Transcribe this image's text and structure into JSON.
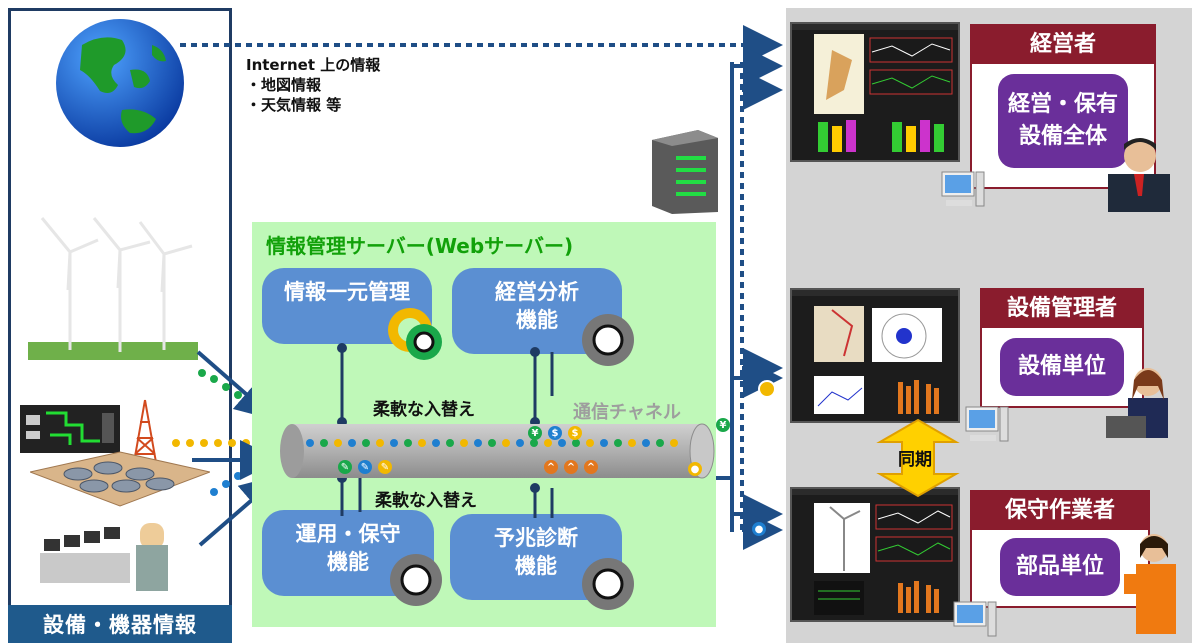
{
  "left_panel": {
    "footer": "設備・機器情報"
  },
  "internet_info": {
    "line1": "Internet 上の情報",
    "line2": "・地図情報",
    "line3": "・天気情報 等"
  },
  "server": {
    "title": "情報管理サーバー(Webサーバー)",
    "functions": {
      "unified": "情報一元管理",
      "management_line1": "経営分析",
      "management_line2": "機能",
      "operation_line1": "運用・保守",
      "operation_line2": "機能",
      "prediction_line1": "予兆診断",
      "prediction_line2": "機能"
    },
    "swap_top": "柔軟な入替え",
    "swap_bottom": "柔軟な入替え",
    "channel": "通信チャネル"
  },
  "sync": "同期",
  "roles": [
    {
      "title": "経営者",
      "line1": "経営・保有",
      "line2": "設備全体"
    },
    {
      "title": "設備管理者",
      "line1": "設備単位",
      "line2": ""
    },
    {
      "title": "保守作業者",
      "line1": "部品単位",
      "line2": ""
    }
  ],
  "colors": {
    "left_border": "#1f3b63",
    "server_bg": "#bff8b8",
    "server_title": "#12a10a",
    "func_box": "#5b8fd2",
    "role_accent": "#8a1c2d",
    "role_inner": "#6a2f9a",
    "arrow": "#1f4e86",
    "sync_arrow": "#ffd000"
  }
}
